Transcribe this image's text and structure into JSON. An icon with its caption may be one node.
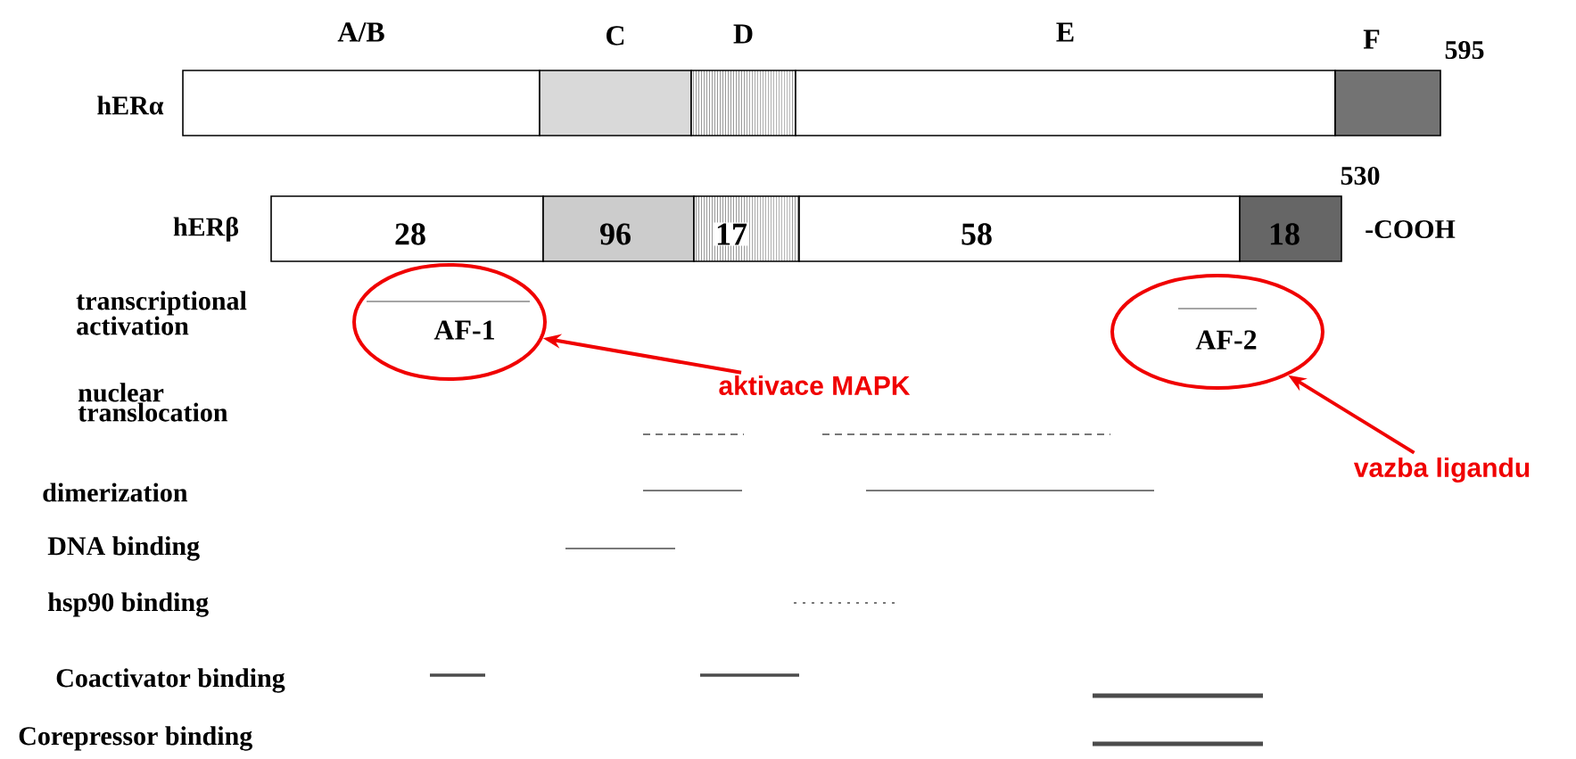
{
  "diagram": {
    "nodes": [
      {
        "text": [
          "A/B"
        ]
      },
      {
        "text": [
          "C"
        ]
      },
      {
        "text": [
          "D"
        ]
      },
      {
        "text": [
          "E"
        ]
      },
      {
        "text": [
          "F"
        ]
      },
      {
        "text": [
          "28"
        ]
      },
      {
        "text": [
          "96"
        ]
      },
      {
        "text": [
          "17"
        ]
      },
      {
        "text": [
          "58"
        ]
      },
      {
        "text": [
          "18"
        ]
      },
      {
        "text": [
          "AF-1"
        ]
      },
      {
        "text": [
          "AF-2"
        ]
      },
      {
        "text": [
          "aktivace MAPK"
        ]
      },
      {
        "text": [
          "vazba ligandu"
        ]
      }
    ],
    "edges": [
      {
        "from": 12,
        "to": 10,
        "arrow": "to"
      },
      {
        "from": 13,
        "to": 11,
        "arrow": "to"
      }
    ],
    "labels": [
      "hERα",
      "595",
      "hERβ",
      "530",
      "-COOH",
      "transcriptional activation",
      "nuclear translocation",
      "dimerization",
      "DNA binding",
      "hsp90 binding",
      "Coactivator binding",
      "Corepressor binding"
    ]
  }
}
